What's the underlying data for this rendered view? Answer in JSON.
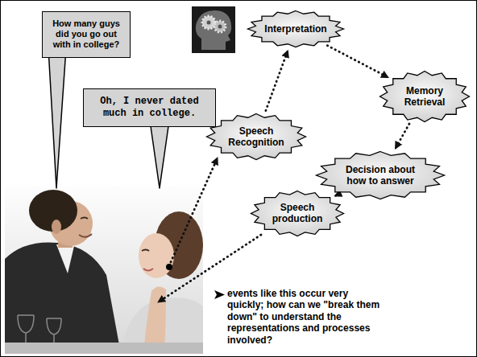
{
  "diagram": {
    "nodes": [
      {
        "text": [
          "How many guys did you go out with in college?"
        ]
      },
      {
        "text": [
          "Oh, I never dated much in college."
        ]
      },
      {
        "text": [
          "Interpretation"
        ]
      },
      {
        "text": [
          "Memory Retrieval"
        ]
      },
      {
        "text": [
          "Speech Recognition"
        ]
      },
      {
        "text": [
          "Decision about how to answer"
        ]
      },
      {
        "text": [
          "Speech production"
        ]
      }
    ],
    "edges": [
      {
        "from": 4,
        "to": 2,
        "arrow": "to"
      },
      {
        "from": 2,
        "to": 3,
        "arrow": "to"
      },
      {
        "from": 3,
        "to": 5,
        "arrow": "to"
      },
      {
        "from": 5,
        "to": 6,
        "arrow": "to"
      }
    ],
    "labels": [
      "events like this occur very quickly; how can we \"break them down\" to understand the representations and processes involved?"
    ]
  }
}
